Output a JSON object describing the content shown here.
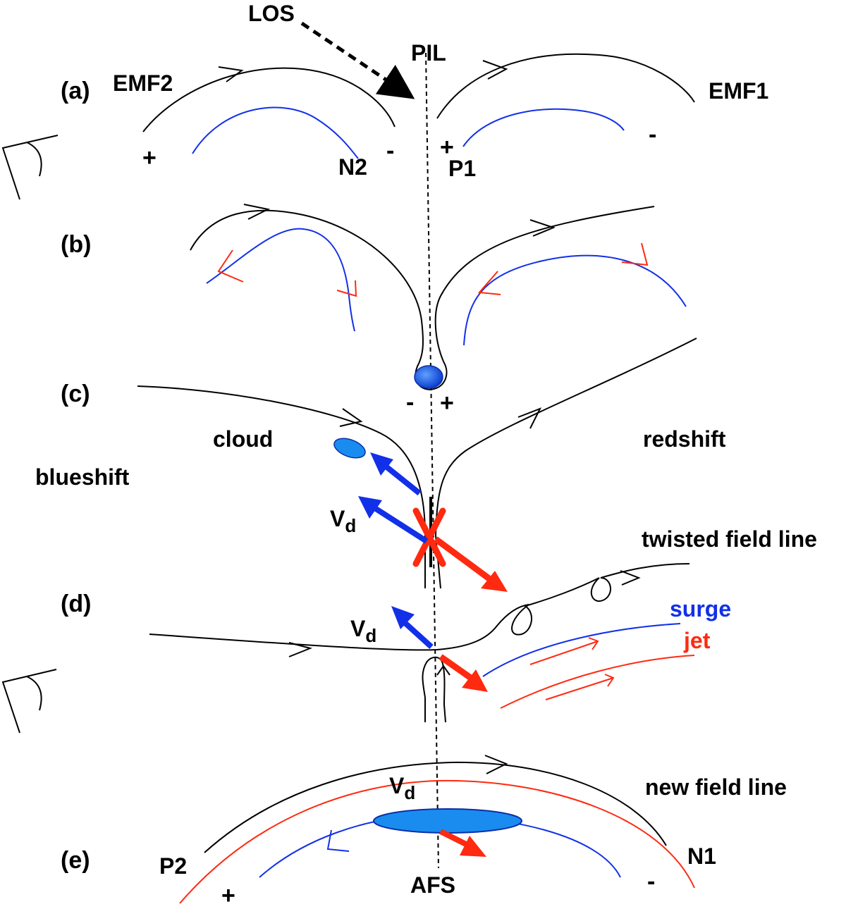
{
  "labels": {
    "los": "LOS",
    "pil": "PIL",
    "emf2": "EMF2",
    "emf1": "EMF1",
    "n2": "N2",
    "p1": "P1",
    "p2": "P2",
    "n1": "N1",
    "afs": "AFS",
    "cloud": "cloud",
    "blueshift": "blueshift",
    "redshift": "redshift",
    "twisted": "twisted field line",
    "surge": "surge",
    "jet": "jet",
    "new_field": "new field line",
    "vd_main": "V",
    "vd_sub": "d"
  },
  "panels": {
    "a": "(a)",
    "b": "(b)",
    "c": "(c)",
    "d": "(d)",
    "e": "(e)"
  },
  "signs": {
    "plus": "+",
    "minus": "-"
  },
  "colors": {
    "field_line": "#000000",
    "surge": "#1230e8",
    "jet": "#ff2a10",
    "cloud_fill": "#1a8cf0"
  }
}
